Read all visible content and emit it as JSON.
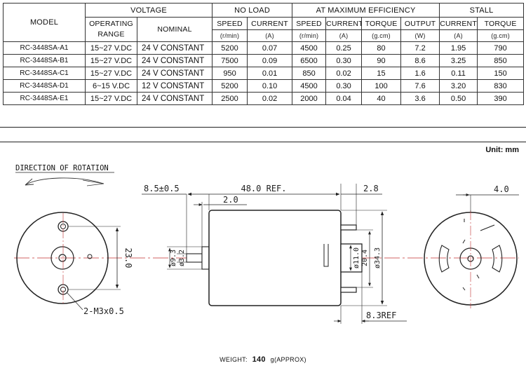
{
  "table": {
    "header": {
      "model": "MODEL",
      "voltage": "VOLTAGE",
      "no_load": "NO LOAD",
      "max_eff": "AT MAXIMUM EFFICIENCY",
      "stall": "STALL",
      "operating_range": [
        "OPERATING",
        "RANGE"
      ],
      "nominal": "NOMINAL",
      "speed": "SPEED",
      "current": "CURRENT",
      "torque": "TORQUE",
      "output": "OUTPUT",
      "unit_rmin": "(r/min)",
      "unit_a": "(A)",
      "unit_gcm": "(g.cm)",
      "unit_w": "(W)"
    },
    "rows": [
      {
        "model": "RC-3448SA-A1",
        "range": "15~27 V.DC",
        "nominal": "24 V CONSTANT",
        "nl_speed": "5200",
        "nl_current": "0.07",
        "me_speed": "4500",
        "me_current": "0.25",
        "me_torque": "80",
        "me_output": "7.2",
        "st_current": "1.95",
        "st_torque": "790"
      },
      {
        "model": "RC-3448SA-B1",
        "range": "15~27 V.DC",
        "nominal": "24 V CONSTANT",
        "nl_speed": "7500",
        "nl_current": "0.09",
        "me_speed": "6500",
        "me_current": "0.30",
        "me_torque": "90",
        "me_output": "8.6",
        "st_current": "3.25",
        "st_torque": "850"
      },
      {
        "model": "RC-3448SA-C1",
        "range": "15~27 V.DC",
        "nominal": "24 V CONSTANT",
        "nl_speed": "950",
        "nl_current": "0.01",
        "me_speed": "850",
        "me_current": "0.02",
        "me_torque": "15",
        "me_output": "1.6",
        "st_current": "0.11",
        "st_torque": "150"
      },
      {
        "model": "RC-3448SA-D1",
        "range": "6~15 V.DC",
        "nominal": "12 V CONSTANT",
        "nl_speed": "5200",
        "nl_current": "0.10",
        "me_speed": "4500",
        "me_current": "0.30",
        "me_torque": "100",
        "me_output": "7.6",
        "st_current": "3.20",
        "st_torque": "830"
      },
      {
        "model": "RC-3448SA-E1",
        "range": "15~27 V.DC",
        "nominal": "24 V CONSTANT",
        "nl_speed": "2500",
        "nl_current": "0.02",
        "me_speed": "2000",
        "me_current": "0.04",
        "me_torque": "40",
        "me_output": "3.6",
        "st_current": "0.50",
        "st_torque": "390"
      }
    ]
  },
  "unit_label": "Unit: mm",
  "drawing": {
    "direction_title": "DIRECTION OF ROTATION",
    "dims": {
      "d_8_5": "8.5±0.5",
      "d_48": "48.0 REF.",
      "d_2_8": "2.8",
      "d_2_0": "2.0",
      "d_4_0": "4.0",
      "d_23": "23.0",
      "d_phi9": "ø9.3",
      "d_phi3": "ø3.2",
      "d_phi11": "ø11.0",
      "d_20_4": "20.4",
      "d_phi34": "ø34.3",
      "d_8_3": "8.3REF",
      "d_m3": "2-M3x0.5"
    }
  },
  "weight": {
    "label": "WEIGHT:",
    "value": "140",
    "unit": "g(APPROX)"
  }
}
